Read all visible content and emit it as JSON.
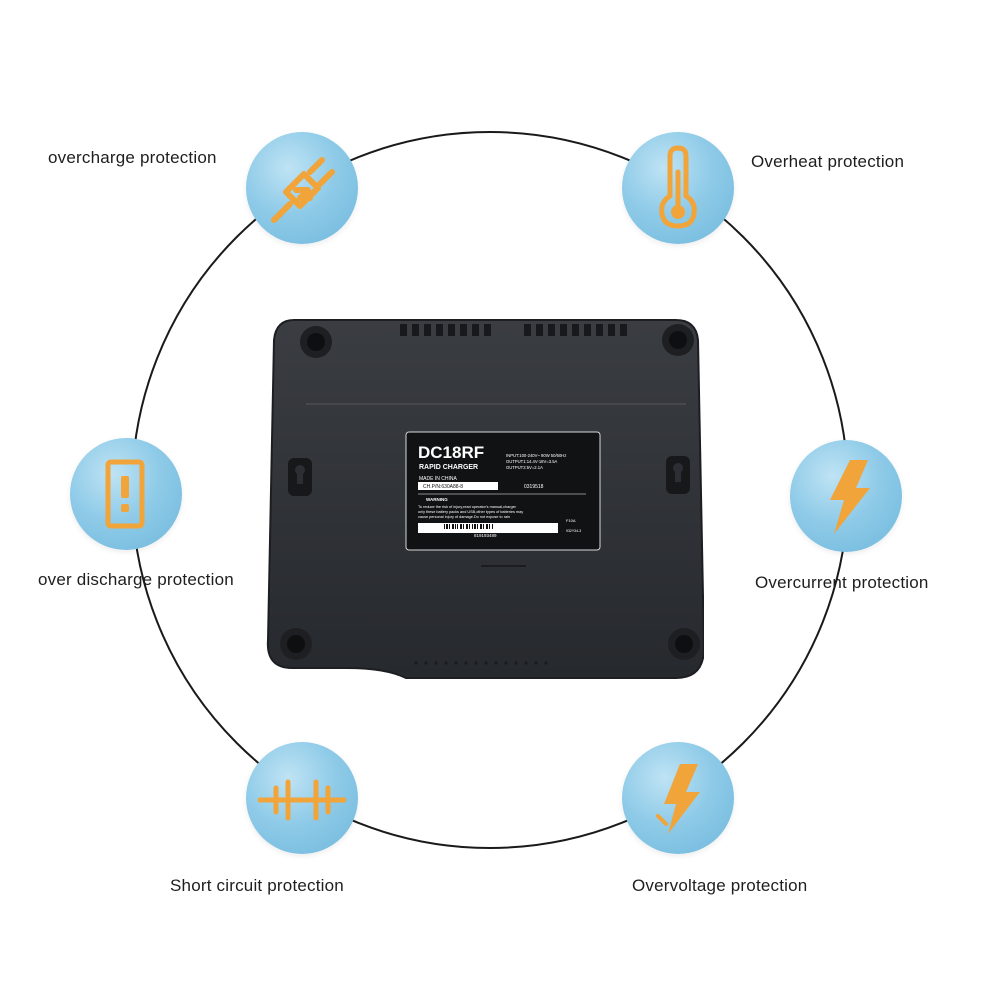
{
  "features": [
    {
      "id": "overcharge",
      "label": "overcharge protection",
      "icon": "plug-icon"
    },
    {
      "id": "overheat",
      "label": "Overheat protection",
      "icon": "thermometer-icon"
    },
    {
      "id": "over-discharge",
      "label": "over discharge protection",
      "icon": "battery-alert-icon"
    },
    {
      "id": "overcurrent",
      "label": "Overcurrent protection",
      "icon": "lightning-icon"
    },
    {
      "id": "short-circuit",
      "label": "Short circuit protection",
      "icon": "circuit-icon"
    },
    {
      "id": "overvoltage",
      "label": "Overvoltage protection",
      "icon": "voltage-bolt-icon"
    }
  ],
  "charger_label": {
    "model": "DC18RF",
    "subtitle": "RAPID CHARGER",
    "made_in": "MADE IN CHINA",
    "input": "INPUT:100-240V~ 90W 50/60Hz",
    "output1": "OUTPUT1:14.4V-18V=3.5A",
    "output2": "OUTPUT2:5V=2.1A",
    "part_no": "CH.P/N:630A88-8",
    "code": "0319518",
    "warning_title": "WARNING",
    "warning_text": [
      "To reduce the risk of injury,read operator's manual,charger",
      "only these battery packs and USB,other types of batteries may",
      "cause personal injury of damage.Do not expose to rain"
    ],
    "fuse": "F10A",
    "barcode_number": "819193489",
    "side_code": "932Y34-3"
  },
  "colors": {
    "badge": "#8fcbe8",
    "icon": "#f0a43a",
    "ring": "#1a1a1a",
    "charger": "#2b2e33"
  }
}
